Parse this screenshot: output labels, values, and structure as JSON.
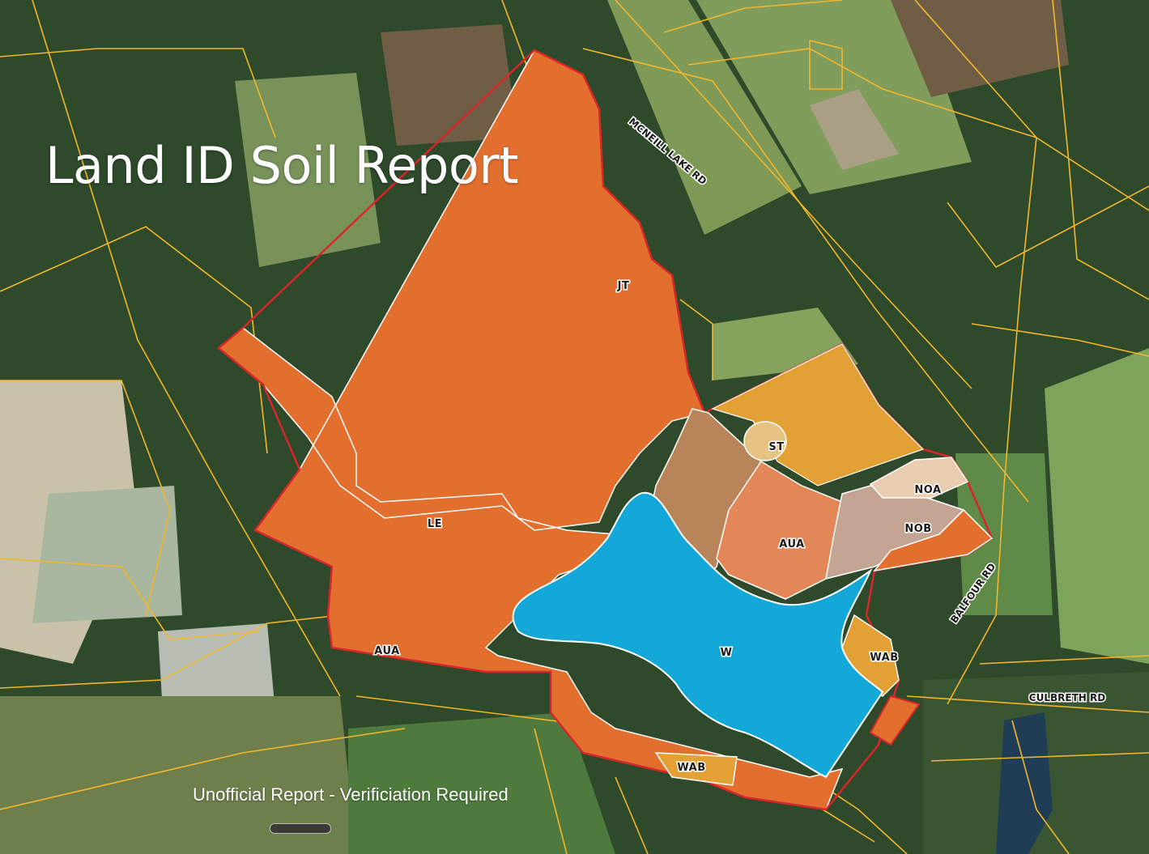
{
  "title": "Land ID Soil Report",
  "footer_note": "Unofficial Report - Verificiation Required",
  "soil_units": {
    "jt": "JT",
    "le": "LE",
    "aua_west": "AUA",
    "aua_east": "AUA",
    "w": "W",
    "st": "ST",
    "noa": "NOA",
    "nob": "NOB",
    "wab_east": "WAB",
    "wab_south": "WAB"
  },
  "roads": {
    "mcneill": "MCNEILL LAKE RD",
    "balfour": "BALFOUR RD",
    "culbreth": "CULBRETH RD"
  },
  "colors": {
    "orange_soil": "#e36f2f",
    "water": "#13a8d8",
    "tan_soil": "#b8855a",
    "salmon_soil": "#e38758",
    "beige_soil": "#e9cdb0",
    "mauve_soil": "#c4a594",
    "gold_soil": "#e2a035",
    "boundary": "#d8262a",
    "parcel_lines": "#f2b62c"
  }
}
